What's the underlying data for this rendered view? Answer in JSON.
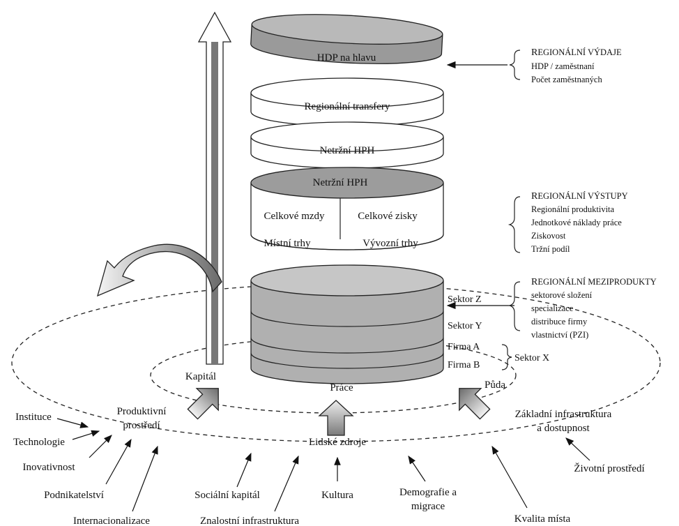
{
  "stack": {
    "top_disc": "HDP na hlavu",
    "disc2": "Regionální transfery",
    "disc3": "Netržní HPH",
    "drum_top": "Netržní HPH",
    "drum_left": "Celkové mzdy",
    "drum_right": "Celkové zisky",
    "drum_bottom_left": "Místní trhy",
    "drum_bottom_right": "Vývozní trhy"
  },
  "sectors": {
    "z": "Sektor Z",
    "y": "Sektor Y",
    "firm_a": "Firma A",
    "firm_b": "Firma B",
    "x": "Sektor X"
  },
  "right_panel": {
    "vydaje": {
      "title_cap": "R",
      "title_rest": "EGIONÁLNÍ VÝDAJE",
      "items": [
        "HDP / zaměstnaní",
        "Počet zaměstnaných"
      ]
    },
    "vystupy": {
      "title_cap": "R",
      "title_rest": "EGIONÁLNÍ VÝSTUPY",
      "items": [
        "Regionální produktivita",
        "Jednotkové náklady práce",
        "Ziskovost",
        "Tržní podíl"
      ]
    },
    "meziprodukty": {
      "title_cap": "R",
      "title_rest": "EGIONÁLNÍ MEZIPRODUKTY",
      "items": [
        "sektorové složení",
        "specializace",
        "distribuce firmy",
        "vlastnictví (PZI)"
      ]
    }
  },
  "factors": {
    "kapital": "Kapitál",
    "prace": "Práce",
    "puda": "Půda",
    "produktivni_1": "Produktivní",
    "produktivni_2": "prostředí",
    "lidske_zdroje": "Lidské zdroje",
    "infra_1": "Základní infrastruktura",
    "infra_2": "a dostupnost"
  },
  "outer": {
    "instituce": "Instituce",
    "technologie": "Technologie",
    "inovativnost": "Inovativnost",
    "podnikatelstvi": "Podnikatelství",
    "internacionalizace": "Internacionalizace",
    "socialni_kapital": "Sociální kapitál",
    "znalostni_infra": "Znalostní infrastruktura",
    "kultura": "Kultura",
    "demografie_1": "Demografie a",
    "demografie_2": "migrace",
    "kvalita_mista": "Kvalita místa",
    "zivotni_prostredi": "Životní prostředí"
  }
}
